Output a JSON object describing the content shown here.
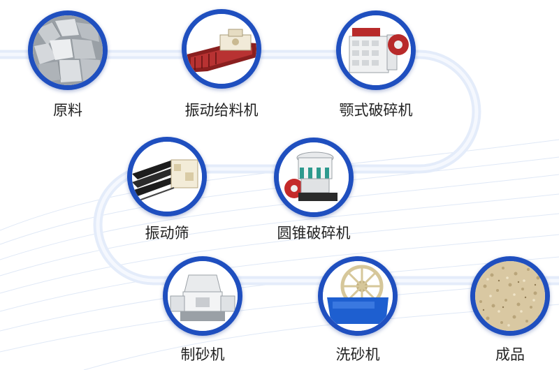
{
  "diagram": {
    "steps": [
      {
        "label": "原料",
        "icon": "raw-stone-icon"
      },
      {
        "label": "振动给料机",
        "icon": "vibrating-feeder-icon"
      },
      {
        "label": "颚式破碎机",
        "icon": "jaw-crusher-icon"
      },
      {
        "label": "振动筛",
        "icon": "vibrating-screen-icon"
      },
      {
        "label": "圆锥破碎机",
        "icon": "cone-crusher-icon"
      },
      {
        "label": "制砂机",
        "icon": "sand-making-machine-icon"
      },
      {
        "label": "洗砂机",
        "icon": "sand-washer-icon"
      },
      {
        "label": "成品",
        "icon": "finished-sand-icon"
      }
    ],
    "colors": {
      "ring": "#1f4fbf",
      "path": "#e4ecfa",
      "label": "#222222",
      "wave": "#dfe8f6"
    }
  }
}
